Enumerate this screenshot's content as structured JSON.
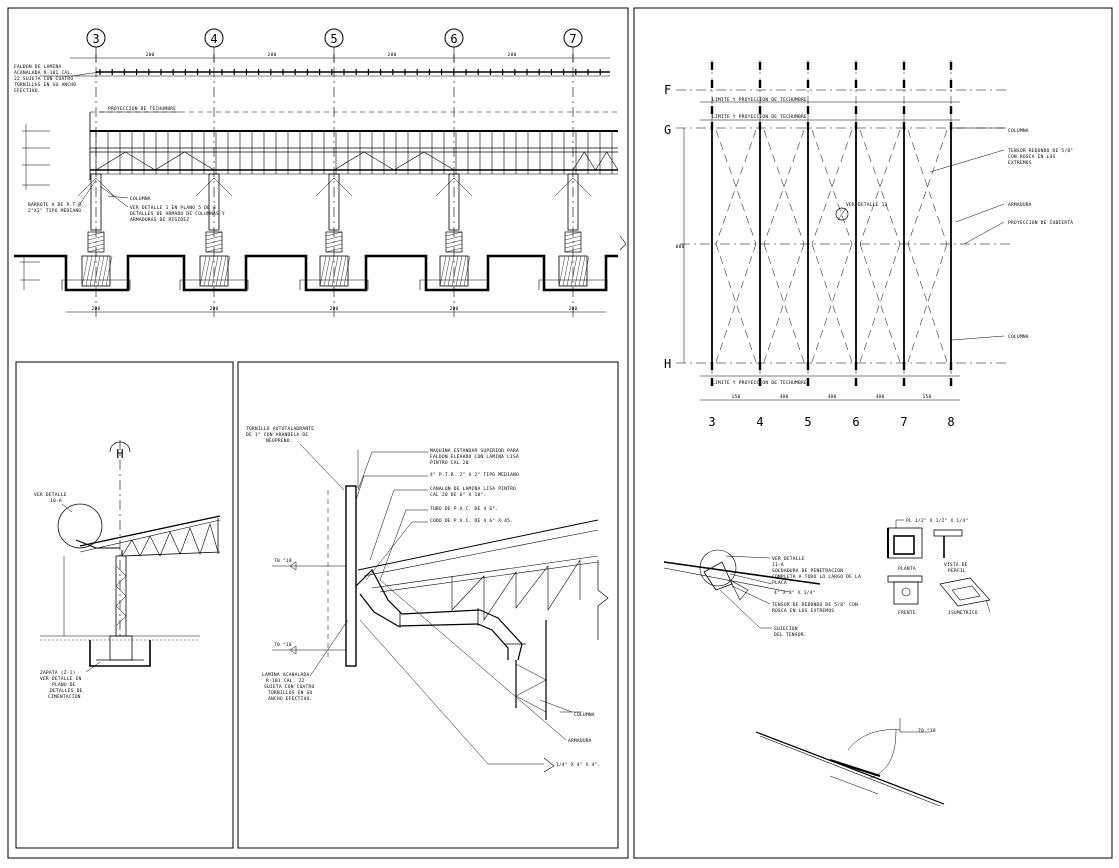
{
  "elevation": {
    "axis_labels": [
      "3",
      "4",
      "5",
      "6",
      "7"
    ],
    "notes": [
      "FALDON DE LAMINA",
      "ACANALADA R-101 CAL.",
      "22 SUJETA CON CUATRO",
      "TORNILLOS EN SU ANCHO",
      "EFECTIVO."
    ],
    "projection_label": "PROYECCION DE TECHUMBRE",
    "column_note": "COLUMNA",
    "detail_note": [
      "VER DETALLE 1 EN PLANO 5 DE 8",
      "DETALLES DE ARMADO DE COLUMNAS Y",
      "ARMADURAS DE RIGIDEZ"
    ],
    "bottom_note": [
      "BARROTE A DE P.T.R.",
      "2\"X2\" TIPO MEDIANO"
    ]
  },
  "section_left": {
    "axis_label": "H",
    "detail_ref": [
      "VER DETALLE",
      "10-A"
    ],
    "footing_note": [
      "ZAPATA (Z-1)",
      "VER DETALLE EN",
      "PLANO DE",
      "DETALLES DE",
      "CIMENTACION"
    ]
  },
  "gutter_detail": {
    "top_note": [
      "TORNILLO AUTOTALADRANTE",
      "DE 1\" CON ARANDELA DE",
      "NEOPRENO."
    ],
    "right_notes": [
      [
        "MAQUINA ESTANDAR SUPERIOR PARA",
        "FALDON ELEVADO CON LAMINA LISA",
        "PINTRO CAL 20"
      ],
      [
        "4\" P.T.R. 2\" X 2\" TIPO MEDIANO"
      ],
      [
        "CANALON DE LAMINA LISA PINTRO",
        "CAL 20 DE 6\" X 10\"."
      ],
      [
        "TUBO DE P.V.C. DE 4 6\"."
      ],
      [
        "CODO DE P.V.C. DE 4 6\" X 45."
      ]
    ],
    "bottom_left_note": [
      "LAMINA ACANALADA",
      "R-101 CAL. 22",
      "SUJETA CON CUATRO",
      "TORNILLOS EN SU",
      "ANCHO EFECTIVO."
    ],
    "column_label": "COLUMNA",
    "truss_label": "ARMADURA",
    "angle_label": "1/4\" X 4\" X 4\".",
    "level_labels": [
      "70 °18",
      "70 °18"
    ]
  },
  "roof_plan": {
    "row_labels": [
      "F",
      "G",
      "H"
    ],
    "col_labels": [
      "3",
      "4",
      "5",
      "6",
      "7",
      "8"
    ],
    "line_notes": [
      "LIMITE Y PROYECCION DE TECHUMBRE",
      "LIMITE Y PROYECCION DE TECHUMBRE",
      "LIMITE Y PROYECCION DE TECHUMBRE"
    ],
    "detail_ref": "VER DETALLE 12",
    "right_notes": [
      "COLUMNA",
      "TENSOR REDONDO DE 5/8\"\nCON ROSCA EN LOS\nEXTREMOS",
      "ARMADURA",
      "PROYECCION DE CUBIERTA",
      "COLUMNA"
    ]
  },
  "plate_detail": {
    "plate_label": "PL 1/2\" X 1/2\" X 1/4\"",
    "views": [
      "PLANTA",
      "VISTA DE PERFIL",
      "FRENTE",
      "ISOMETRICO"
    ],
    "notes": [
      "VER DETALLE",
      "11-A",
      "SOLDADURA DE PENETRACION",
      "COMPLETA A TODO LO LARGO DE LA",
      "PLACA",
      "4\" X 3\" X 1/4\"",
      "TENSOR DE REDONDO DE 5/8\" CON",
      "ROSCA EN LOS EXTREMOS",
      "SUJECION",
      "DEL TENSOR."
    ],
    "angle_label": "70 °18"
  },
  "dimension_texts": [
    "200",
    "200",
    "200",
    "200",
    "200"
  ],
  "plan_dims": [
    "150",
    "400",
    "400",
    "400",
    "150"
  ],
  "plan_height_dim": "880"
}
